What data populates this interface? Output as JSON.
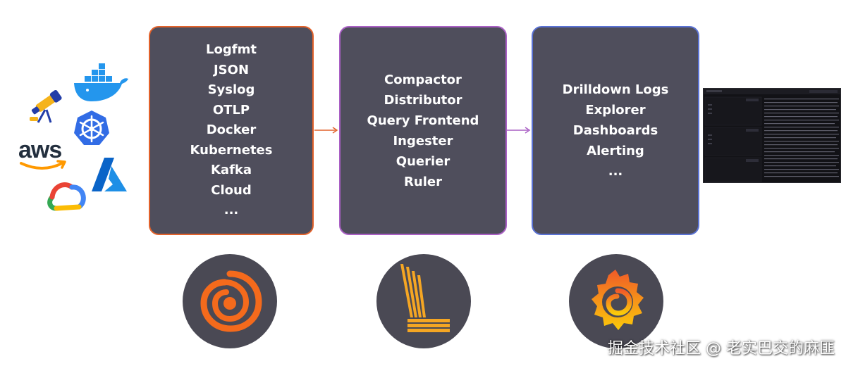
{
  "sources_box": {
    "items": [
      "Logfmt",
      "JSON",
      "Syslog",
      "OTLP",
      "Docker",
      "Kubernetes",
      "Kafka",
      "Cloud",
      "..."
    ],
    "border_color": "#e2622b"
  },
  "loki_box": {
    "items": [
      "Compactor",
      "Distributor",
      "Query Frontend",
      "Ingester",
      "Querier",
      "Ruler"
    ],
    "border_color": "#a95fc4"
  },
  "grafana_box": {
    "items": [
      "Drilldown Logs",
      "Explorer",
      "Dashboards",
      "Alerting",
      "..."
    ],
    "border_color": "#5a72d4"
  },
  "source_logos": {
    "aws_text": "aws",
    "icons": [
      "telescope-icon",
      "docker-whale-icon",
      "kubernetes-icon",
      "aws-logo",
      "azure-logo",
      "google-cloud-icon"
    ]
  },
  "bottom_logos": [
    "alloy-logo",
    "loki-logo",
    "grafana-logo"
  ],
  "watermark": "掘金技术社区 @ 老实巴交的麻匪",
  "colors": {
    "box_fill": "#4f4e5c",
    "arrow_1": "#e2622b",
    "arrow_2": "#a95fc4",
    "logo_circle": "#4a4954"
  }
}
